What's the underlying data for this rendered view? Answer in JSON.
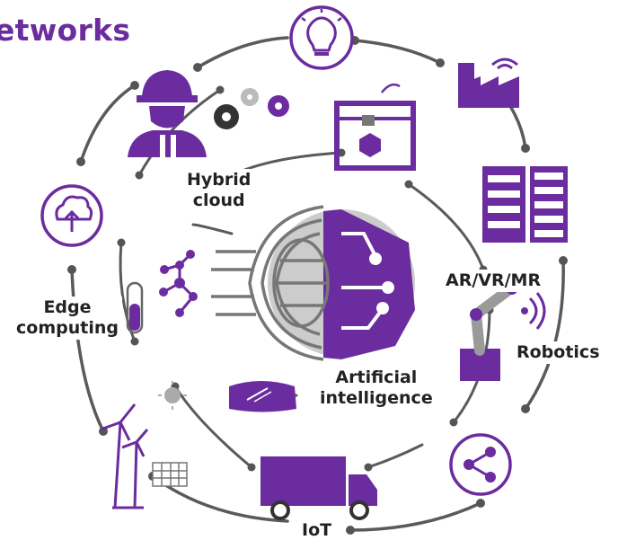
{
  "title": "etworks",
  "labels": {
    "hybrid_cloud": "Hybrid\ncloud",
    "edge_computing": "Edge\ncomputing",
    "ar_vr_mr": "AR/VR/MR",
    "robotics": "Robotics",
    "artificial_intelligence": "Artificial\nintelligence",
    "iot": "IoT"
  },
  "colors": {
    "accent": "#6a2c9e",
    "gray": "#5a5a5a",
    "light_gray": "#b5b5b5"
  },
  "icons": [
    "lightbulb-icon",
    "factory-icon",
    "server-rack-icon",
    "robot-arm-icon",
    "share-icon",
    "truck-icon",
    "wind-turbine-icon",
    "solar-panel-icon",
    "sun-icon",
    "cloud-upload-icon",
    "engineer-icon",
    "gears-icon",
    "3d-printer-icon",
    "molecule-icon",
    "test-tube-icon",
    "vr-headset-icon",
    "ai-brain-icon"
  ]
}
